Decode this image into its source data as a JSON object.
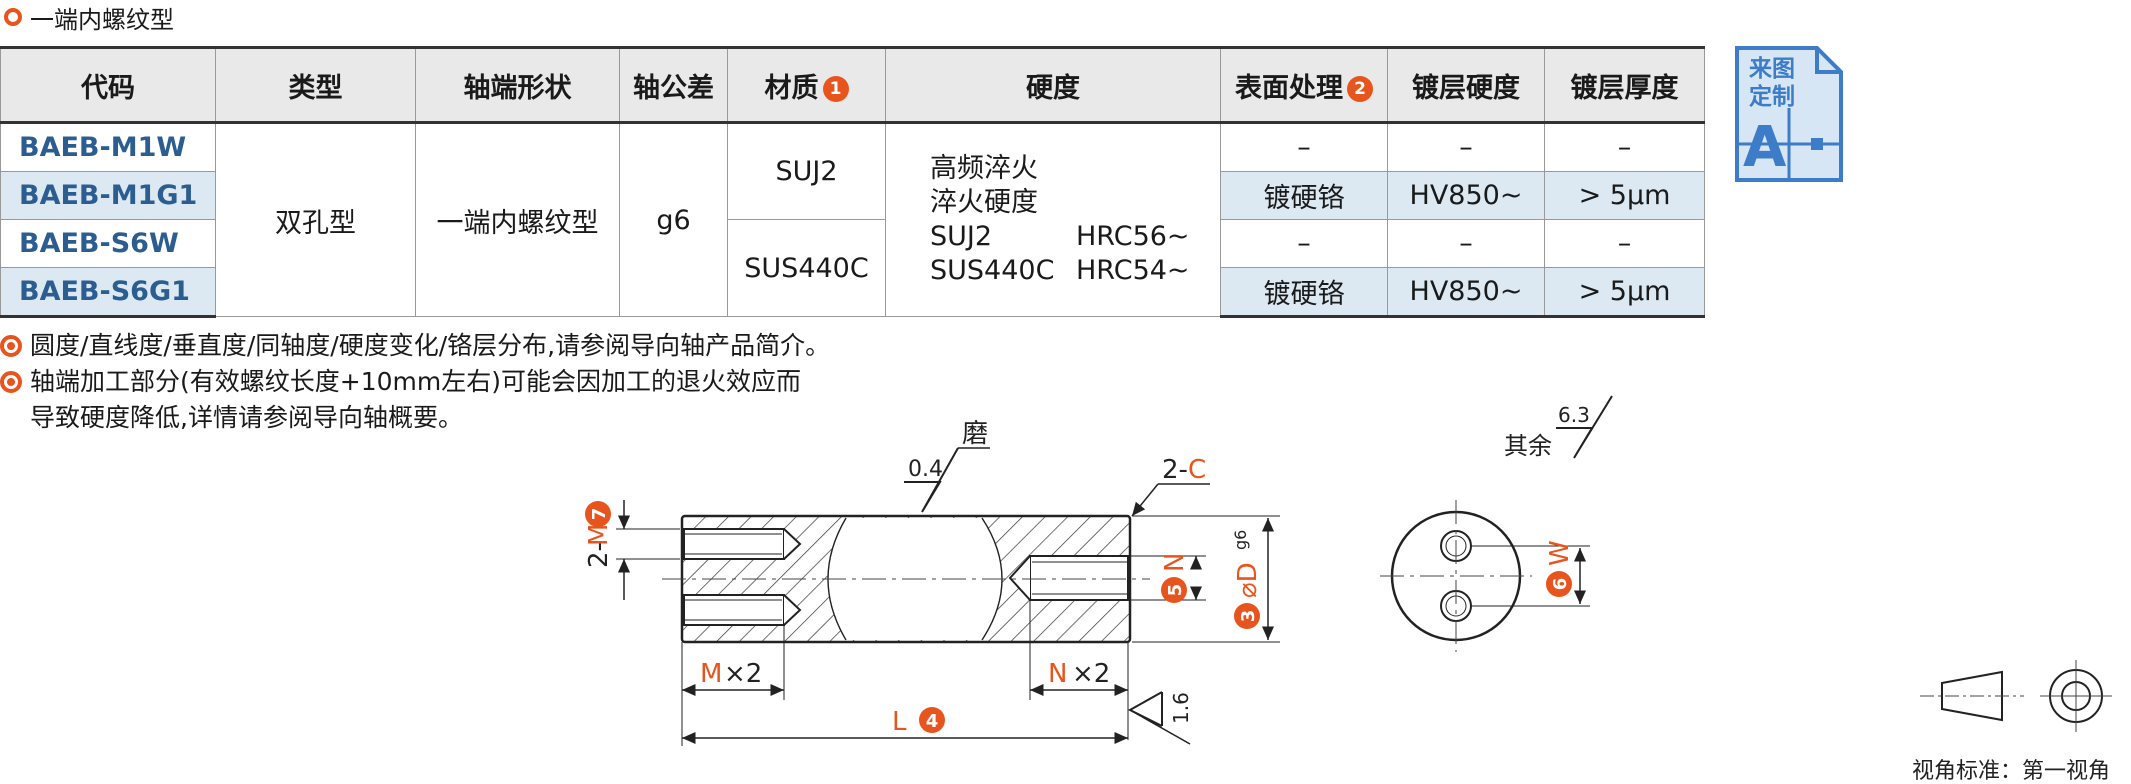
{
  "title": "一端内螺纹型",
  "table": {
    "headers": [
      "代码",
      "类型",
      "轴端形状",
      "轴公差",
      "材质",
      "硬度",
      "表面处理",
      "镀层硬度",
      "镀层厚度"
    ],
    "header_badges": {
      "material": "1",
      "surface": "2"
    },
    "codes": [
      "BAEB-M1W",
      "BAEB-M1G1",
      "BAEB-S6W",
      "BAEB-S6G1"
    ],
    "type": "双孔型",
    "shaft_end": "一端内螺纹型",
    "tolerance": "g6",
    "materials": [
      "SUJ2",
      "SUS440C"
    ],
    "hardness": {
      "line1": "高频淬火",
      "line2": "淬火硬度",
      "rows": [
        [
          "SUJ2",
          "HRC56~"
        ],
        [
          "SUS440C",
          "HRC54~"
        ]
      ]
    },
    "surface": [
      "–",
      "镀硬铬",
      "–",
      "镀硬铬"
    ],
    "plating_hardness": [
      "–",
      "HV850~",
      "–",
      "HV850~"
    ],
    "plating_thickness": [
      "–",
      "> 5μm",
      "–",
      "> 5μm"
    ]
  },
  "notes": [
    "圆度/直线度/垂直度/同轴度/硬度变化/铬层分布,请参阅导向轴产品简介。",
    "轴端加工部分(有效螺纹长度+10mm左右)可能会因加工的退火效应而",
    "导致硬度降低,详情请参阅导向轴概要。"
  ],
  "badge": {
    "line1": "来图",
    "line2": "定制",
    "letter": "A"
  },
  "drawing": {
    "rough_04": "0.4",
    "grind": "磨",
    "chamfer_prefix": "2-",
    "chamfer_c": "C",
    "m_label_prefix": "2-",
    "m_label": "M",
    "m_num": "7",
    "n_label": "N",
    "n_num": "5",
    "d_label": "⌀D",
    "d_tol": "g6",
    "d_num": "3",
    "m_times": "M",
    "x2": "×2",
    "n_times": "N",
    "l_label": "L",
    "l_num": "4",
    "rough_16": "1.6",
    "others": "其余",
    "rough_63": "6.3",
    "w_label": "W",
    "w_num": "6",
    "view_std": "视角标准：第一视角"
  },
  "colors": {
    "accent": "#e8541d",
    "code_blue": "#2b5d91",
    "row_blue": "#dce9f2"
  }
}
